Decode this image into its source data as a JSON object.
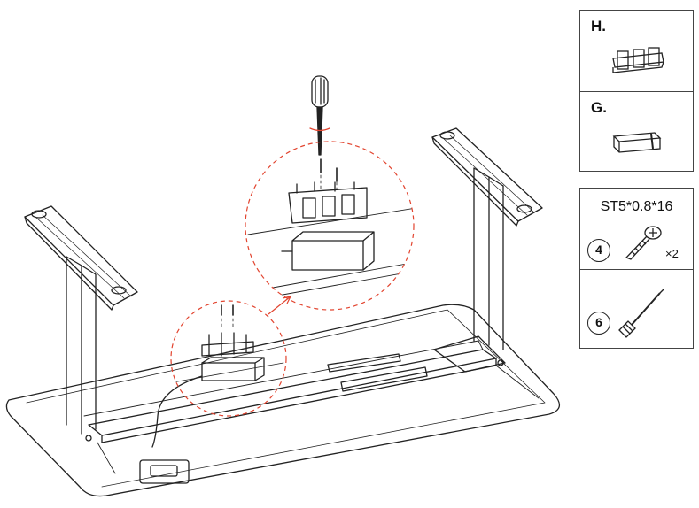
{
  "parts": {
    "h": {
      "letter": "H.",
      "icon": "cable-clip"
    },
    "g": {
      "letter": "G.",
      "icon": "control-box-bracket"
    }
  },
  "hardware": {
    "screw": {
      "spec": "ST5*0.8*16",
      "step": "4",
      "qty": "×2",
      "icon": "screw"
    },
    "tool": {
      "step": "6",
      "icon": "screwdriver"
    }
  },
  "colors": {
    "line": "#222222",
    "callout": "#e2442f",
    "frame": "#444444"
  }
}
